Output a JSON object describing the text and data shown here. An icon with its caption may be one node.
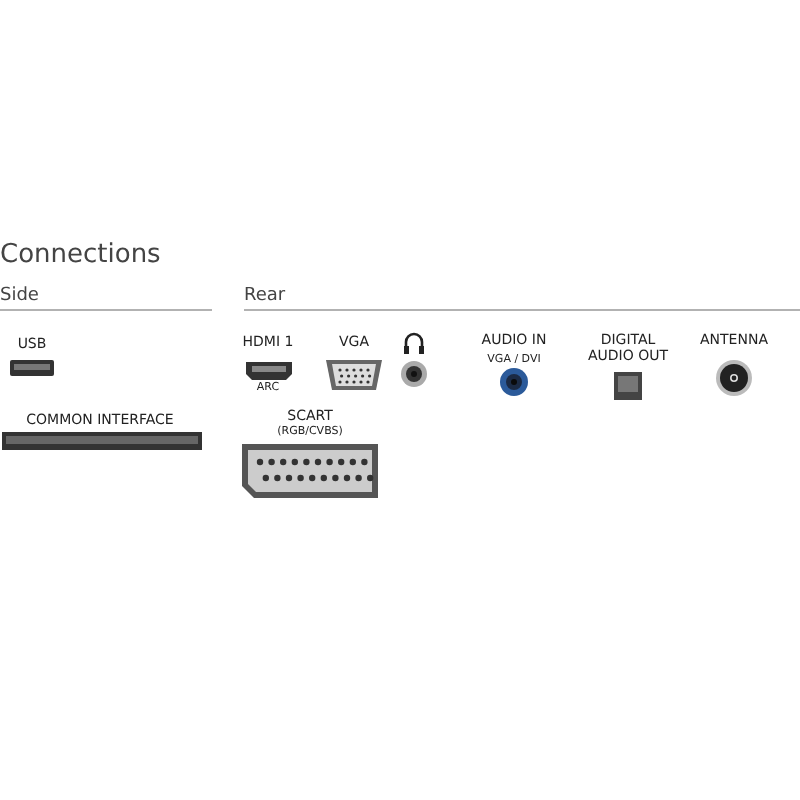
{
  "diagram": {
    "title": "Connections",
    "labels": [
      "Side",
      "Rear",
      "USB",
      "HDMI 1",
      "VGA",
      "AUDIO IN",
      "DIGITAL AUDIO OUT",
      "ANTENNA",
      "ARC",
      "VGA / DVI",
      "COMMON INTERFACE",
      "SCART",
      "(RGB/CVBS)"
    ]
  }
}
